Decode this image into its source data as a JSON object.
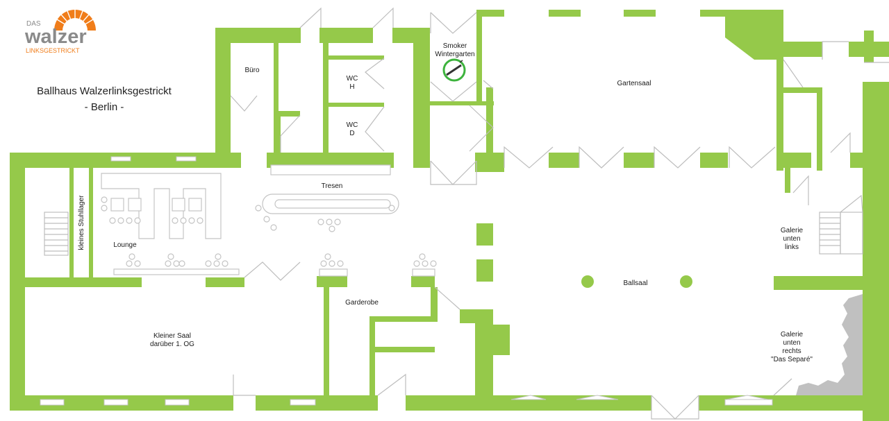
{
  "logo": {
    "top": "DAS",
    "main": "walzer",
    "sub": "LINKSGESTRICKT"
  },
  "venue": {
    "title": "Ballhaus Walzerlinksgestrickt",
    "subtitle": "- Berlin -"
  },
  "rooms": {
    "buero": "Büro",
    "wc_h_1": "WC",
    "wc_h_2": "H",
    "wc_d_1": "WC",
    "wc_d_2": "D",
    "smoker_1": "Smoker",
    "smoker_2": "Wintergarten",
    "gartensaal": "Gartensaal",
    "tresen": "Tresen",
    "stuhllager": "kleines Stuhllager",
    "lounge": "Lounge",
    "garderobe": "Garderobe",
    "kleiner_1": "Kleiner Saal",
    "kleiner_2": "darüber 1. OG",
    "ballsaal": "Ballsaal",
    "gal_links_1": "Galerie",
    "gal_links_2": "unten",
    "gal_links_3": "links",
    "gal_rechts_1": "Galerie",
    "gal_rechts_2": "unten",
    "gal_rechts_3": "rechts",
    "gal_rechts_4": "\"Das Separé\""
  },
  "colors": {
    "wall": "#95c94a",
    "logo_orange": "#f07d1a",
    "logo_gray": "#8a8a8a",
    "separe": "#c0c0c0"
  },
  "icons": {
    "smoking": "no-smoking-sign-icon"
  }
}
